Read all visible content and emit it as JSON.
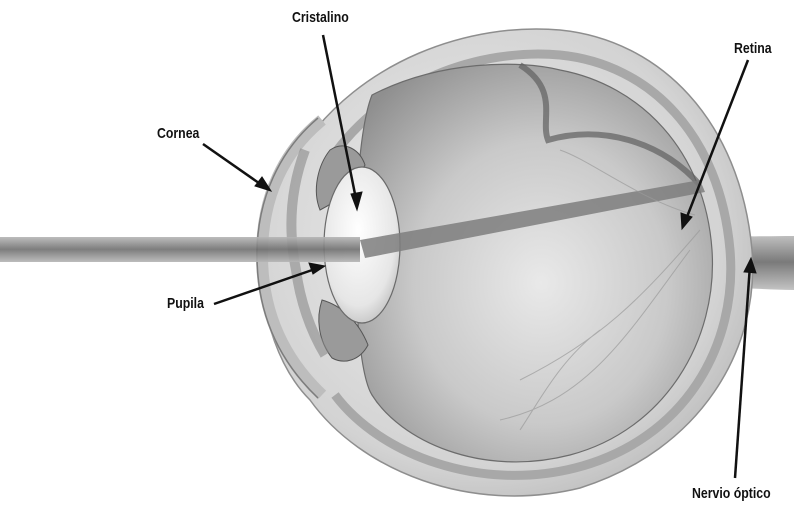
{
  "labels": {
    "cristalino": "Cristalino",
    "cornea": "Cornea",
    "retina": "Retina",
    "pupila": "Pupila",
    "nervio_optico": "Nervio óptico"
  },
  "colors": {
    "background": "#ffffff",
    "arrow": "#111111",
    "sclera": "#d8d8d8",
    "interior": "#b9b9b9",
    "light_beam": "#8a8a8a"
  }
}
